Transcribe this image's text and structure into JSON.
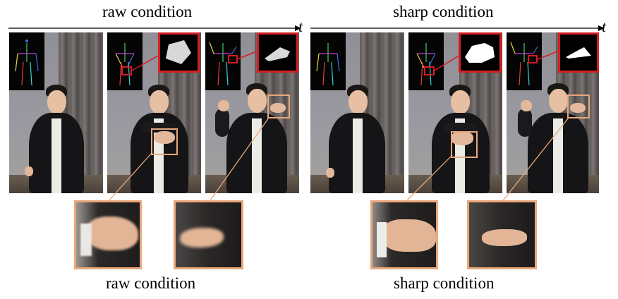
{
  "headings": {
    "raw": "raw condition",
    "sharp": "sharp condition"
  },
  "axis_label": "t",
  "captions": {
    "raw": "raw condition",
    "sharp": "sharp condition"
  },
  "colors": {
    "highlight_red": "#d51d23",
    "zoom_orange": "#eaa77a",
    "mask_fill": "#d8d8d8",
    "mask_fill_sharp": "#ffffff"
  }
}
